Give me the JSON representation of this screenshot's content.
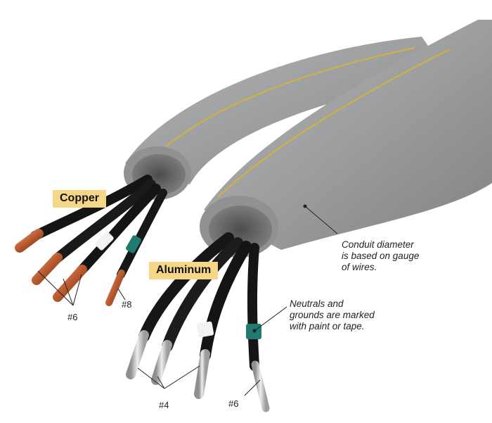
{
  "labels": {
    "copper": "Copper",
    "aluminum": "Aluminum"
  },
  "callouts": {
    "conduit_note": "Conduit diameter\nis based on gauge\nof wires.",
    "neutrals_note": "Neutrals and\ngrounds are marked\nwith paint or tape."
  },
  "gauges": {
    "copper_main": "#6",
    "copper_small": "#8",
    "aluminum_main": "#4",
    "aluminum_small": "#6"
  },
  "colors": {
    "conduit": "#9a9c9e",
    "copper": "#b8592f",
    "aluminum": "#c9cbcc",
    "marker_green": "#1f7a70",
    "marker_white": "#f2f2f2",
    "label_bg": "#f6d788"
  }
}
